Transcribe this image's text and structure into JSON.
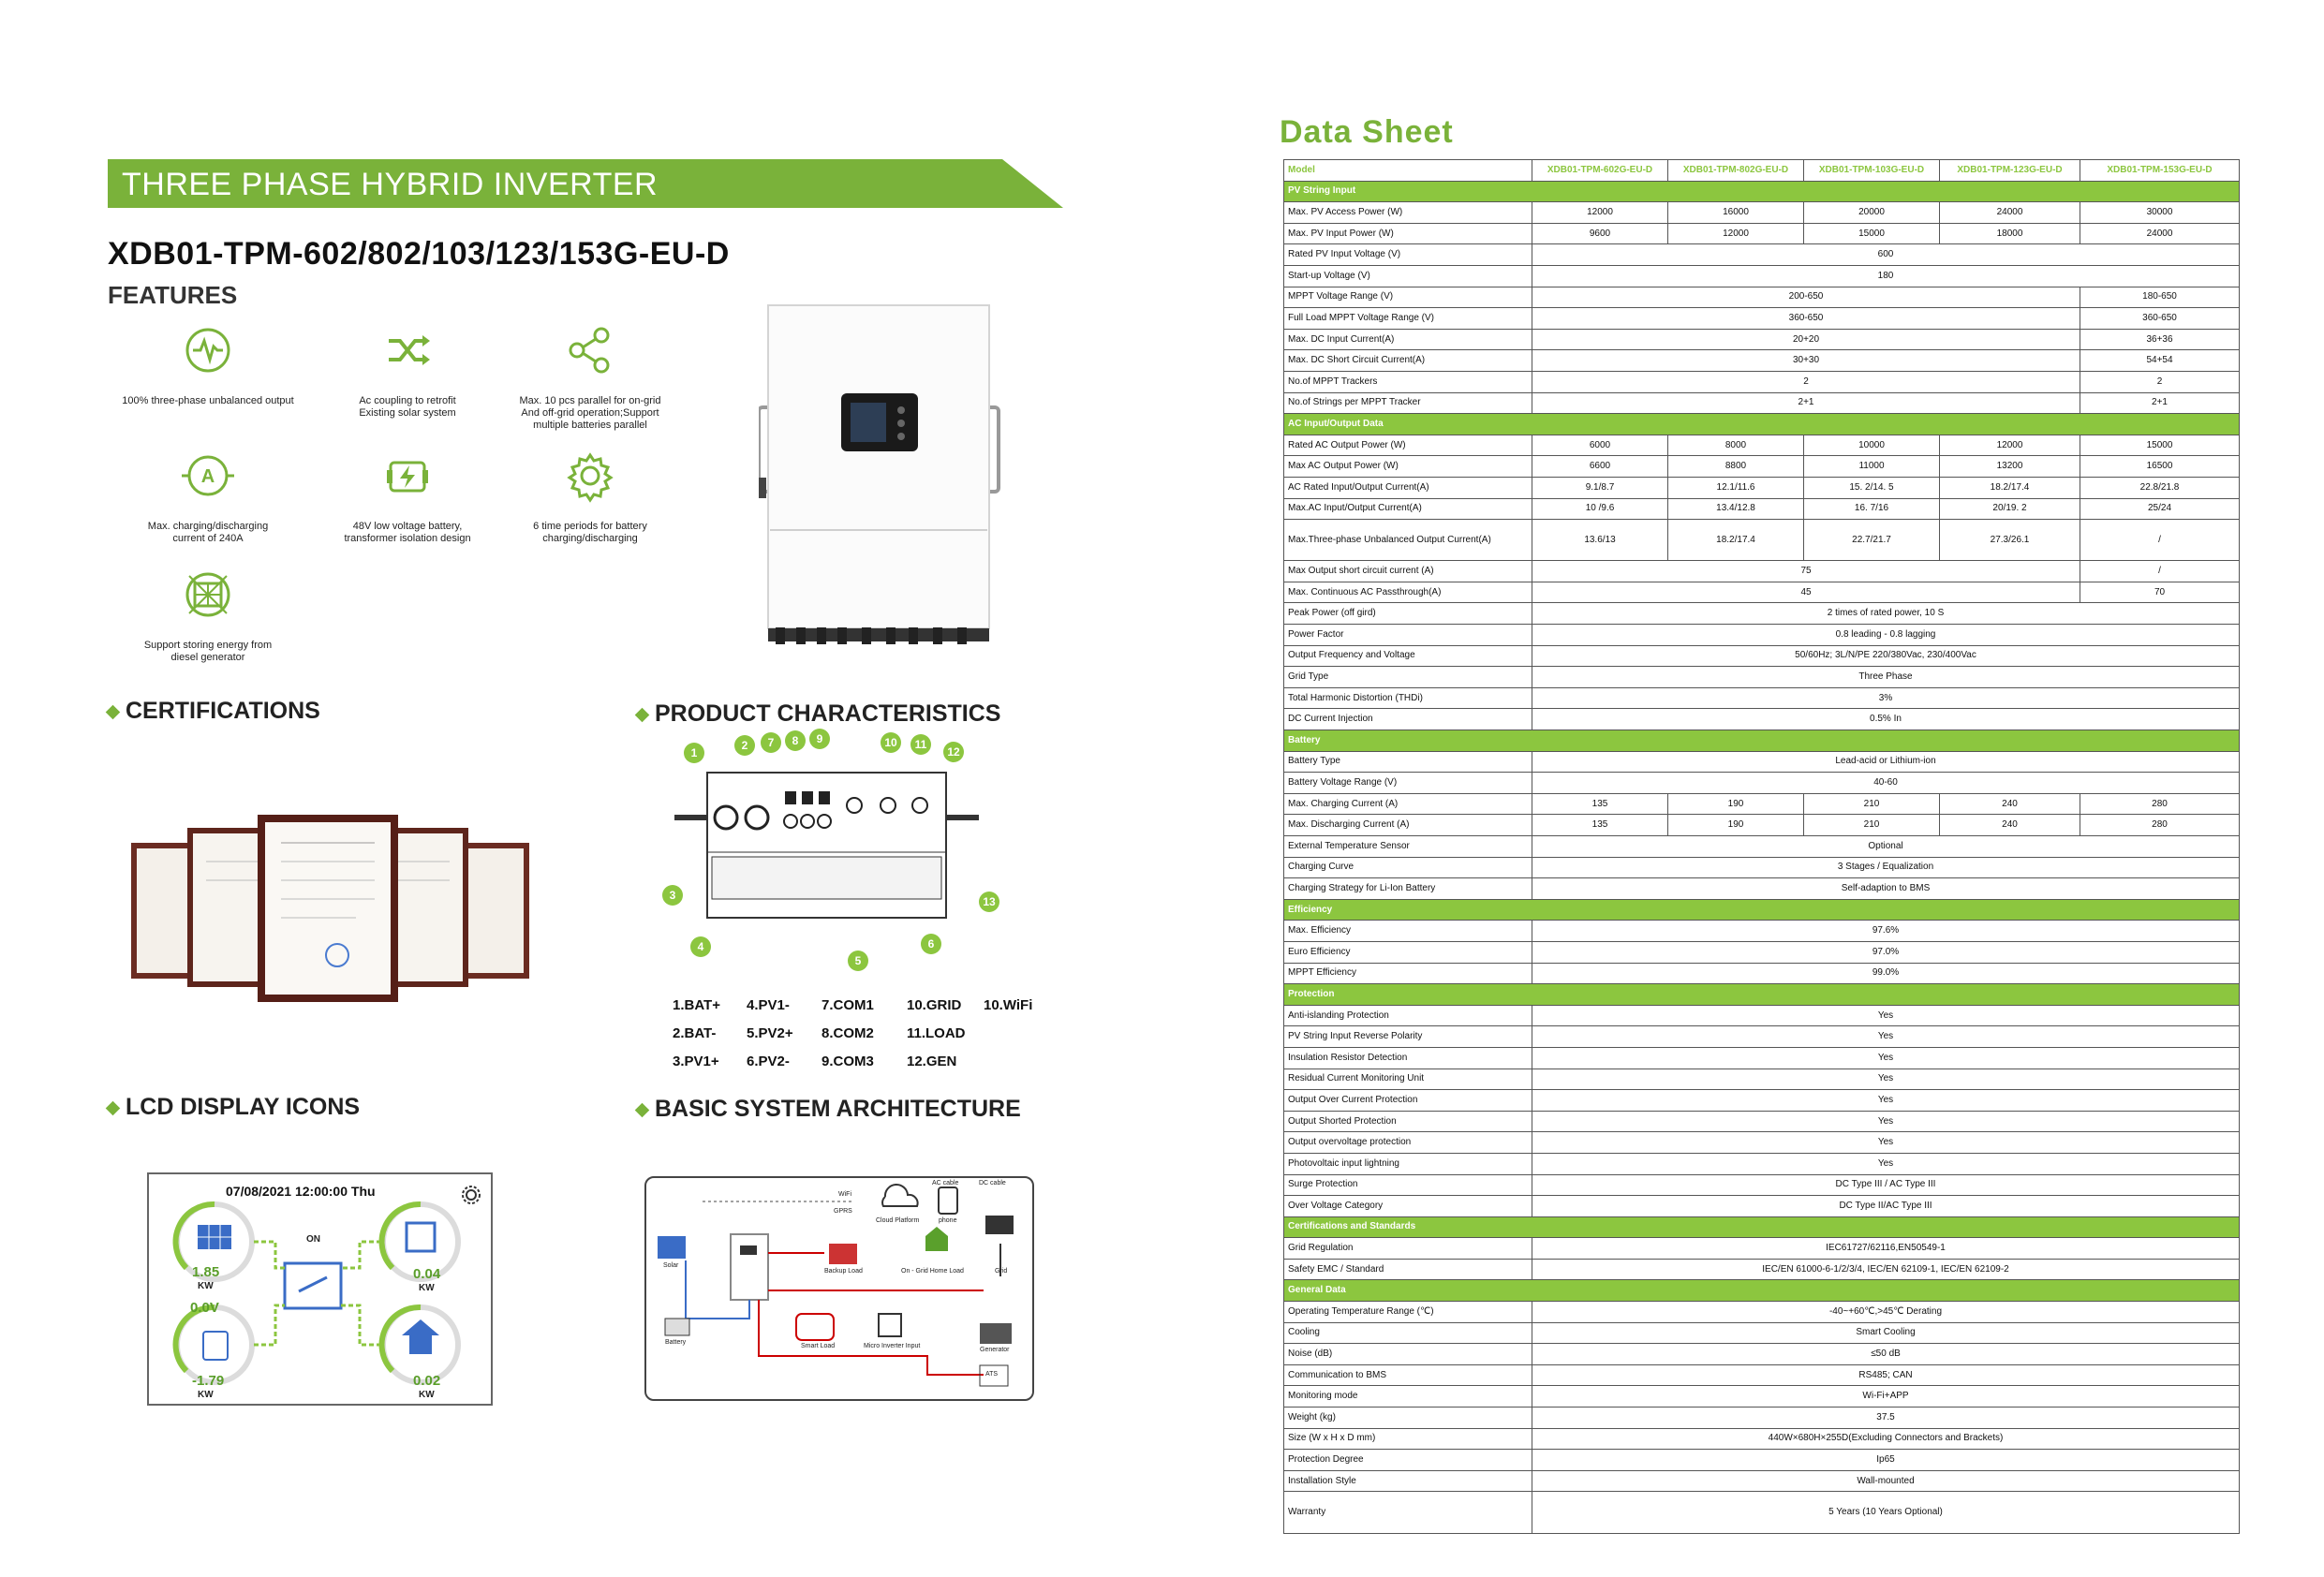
{
  "banner_title": "THREE PHASE HYBRID INVERTER",
  "model_title": "XDB01-TPM-602/802/103/123/153G-EU-D",
  "features_title": "FEATURES",
  "features": [
    {
      "icon": "pulse-icon",
      "text": "100% three-phase unbalanced output"
    },
    {
      "icon": "shuffle-icon",
      "text": "Ac coupling to retrofit Existing solar system"
    },
    {
      "icon": "share-icon",
      "text": "Max. 10 pcs parallel for on-grid And off-grid operation;Support multiple batteries parallel"
    },
    {
      "icon": "current-icon",
      "text": "Max. charging/discharging current of 240A"
    },
    {
      "icon": "battery-icon",
      "text": "48V low voltage battery, transformer isolation design"
    },
    {
      "icon": "gear-icon",
      "text": "6 time periods for battery charging/discharging"
    },
    {
      "icon": "generator-icon",
      "text": "Support storing energy from diesel generator"
    }
  ],
  "sections": {
    "certifications": "CERTIFICATIONS",
    "product_characteristics": "PRODUCT CHARACTERISTICS",
    "lcd_display_icons": "LCD DISPLAY ICONS",
    "basic_system_architecture": "BASIC SYSTEM ARCHITECTURE"
  },
  "port_numbers": [
    "1",
    "2",
    "7",
    "8",
    "9",
    "10",
    "11",
    "12",
    "3",
    "4",
    "5",
    "6",
    "13"
  ],
  "ports": [
    [
      "1.BAT+",
      "4.PV1-",
      "7.COM1",
      "10.GRID",
      "10.WiFi"
    ],
    [
      "2.BAT-",
      "5.PV2+",
      "8.COM2",
      "11.LOAD"
    ],
    [
      "3.PV1+",
      "6.PV2-",
      "9.COM3",
      "12.GEN"
    ]
  ],
  "lcd": {
    "datetime": "07/08/2021  12:00:00   Thu",
    "status": "ON",
    "pv_value": "1.85",
    "grid_value": "0.04",
    "battery_voltage": "0.0V",
    "battery_value": "-1.79",
    "load_value": "0.02",
    "unit": "KW"
  },
  "arch_labels": {
    "ac_cable": "AC cable",
    "dc_cable": "DC cable",
    "wifi": "WiFi",
    "gprs": "GPRS",
    "cloud": "Cloud Platform",
    "phone": "phone",
    "solar": "Solar",
    "backup_load": "Backup Load",
    "home_load": "On - Grid Home Load",
    "grid": "Grid",
    "battery": "Battery",
    "smart_load": "Smart Load",
    "micro_inverter": "Micro Inverter Input",
    "generator": "Generator",
    "ats": "ATS"
  },
  "colors": {
    "accent": "#8cc63f",
    "banner": "#7ab23a"
  },
  "datasheet": {
    "title": "Data  Sheet",
    "models": [
      "XDB01-TPM-602G-EU-D",
      "XDB01-TPM-802G-EU-D",
      "XDB01-TPM-103G-EU-D",
      "XDB01-TPM-123G-EU-D",
      "XDB01-TPM-153G-EU-D"
    ],
    "rows": [
      {
        "t": "sec",
        "p": "PV String Input"
      },
      {
        "p": "Max. PV Access Power (W)",
        "v": [
          "12000",
          "16000",
          "20000",
          "24000",
          "30000"
        ]
      },
      {
        "p": "Max. PV Input Power (W)",
        "v": [
          "9600",
          "12000",
          "15000",
          "18000",
          "24000"
        ]
      },
      {
        "p": "Rated PV Input Voltage (V)",
        "v": [
          "600"
        ],
        "s": [
          5
        ]
      },
      {
        "p": "Start-up Voltage (V)",
        "v": [
          "180"
        ],
        "s": [
          5
        ]
      },
      {
        "p": "MPPT Voltage Range (V)",
        "v": [
          "200-650",
          "180-650"
        ],
        "s": [
          4,
          1
        ]
      },
      {
        "p": "Full Load MPPT Voltage Range (V)",
        "v": [
          "360-650",
          "360-650"
        ],
        "s": [
          4,
          1
        ]
      },
      {
        "p": "Max. DC Input Current(A)",
        "v": [
          "20+20",
          "36+36"
        ],
        "s": [
          4,
          1
        ]
      },
      {
        "p": "Max. DC Short Circuit Current(A)",
        "v": [
          "30+30",
          "54+54"
        ],
        "s": [
          4,
          1
        ]
      },
      {
        "p": "No.of MPPT Trackers",
        "v": [
          "2",
          "2"
        ],
        "s": [
          4,
          1
        ]
      },
      {
        "p": "No.of Strings per MPPT Tracker",
        "v": [
          "2+1",
          "2+1"
        ],
        "s": [
          4,
          1
        ]
      },
      {
        "t": "sec",
        "p": "AC Input/Output Data"
      },
      {
        "p": "Rated AC Output Power (W)",
        "v": [
          "6000",
          "8000",
          "10000",
          "12000",
          "15000"
        ]
      },
      {
        "p": "Max AC Output Power (W)",
        "v": [
          "6600",
          "8800",
          "11000",
          "13200",
          "16500"
        ]
      },
      {
        "p": "AC Rated Input/Output Current(A)",
        "v": [
          "9.1/8.7",
          "12.1/11.6",
          "15. 2/14. 5",
          "18.2/17.4",
          "22.8/21.8"
        ]
      },
      {
        "p": "Max.AC Input/Output Current(A)",
        "v": [
          "10 /9.6",
          "13.4/12.8",
          "16. 7/16",
          "20/19. 2",
          "25/24"
        ]
      },
      {
        "p": "Max.Three-phase Unbalanced Output Current(A)",
        "v": [
          "13.6/13",
          "18.2/17.4",
          "22.7/21.7",
          "27.3/26.1",
          "/"
        ],
        "h": 2
      },
      {
        "p": "Max Output short circuit current (A)",
        "v": [
          "75",
          "/"
        ],
        "s": [
          4,
          1
        ]
      },
      {
        "p": "Max. Continuous AC Passthrough(A)",
        "v": [
          "45",
          "70"
        ],
        "s": [
          4,
          1
        ]
      },
      {
        "p": "Peak Power (off gird)",
        "v": [
          "2 times of rated power, 10 S"
        ],
        "s": [
          5
        ]
      },
      {
        "p": "Power Factor",
        "v": [
          "0.8 leading - 0.8 lagging"
        ],
        "s": [
          5
        ]
      },
      {
        "p": "Output Frequency and Voltage",
        "v": [
          "50/60Hz; 3L/N/PE 220/380Vac, 230/400Vac"
        ],
        "s": [
          5
        ]
      },
      {
        "p": "Grid Type",
        "v": [
          "Three Phase"
        ],
        "s": [
          5
        ]
      },
      {
        "p": "Total Harmonic Distortion (THDi)",
        "v": [
          "3%"
        ],
        "s": [
          5
        ]
      },
      {
        "p": "DC Current Injection",
        "v": [
          "0.5% In"
        ],
        "s": [
          5
        ]
      },
      {
        "t": "sec",
        "p": "Battery"
      },
      {
        "p": "Battery Type",
        "v": [
          "Lead-acid or Lithium-ion"
        ],
        "s": [
          5
        ]
      },
      {
        "p": "Battery Voltage Range (V)",
        "v": [
          "40-60"
        ],
        "s": [
          5
        ]
      },
      {
        "p": "Max. Charging Current (A)",
        "v": [
          "135",
          "190",
          "210",
          "240",
          "280"
        ]
      },
      {
        "p": "Max. Discharging Current (A)",
        "v": [
          "135",
          "190",
          "210",
          "240",
          "280"
        ]
      },
      {
        "p": "External Temperature Sensor",
        "v": [
          "Optional"
        ],
        "s": [
          5
        ]
      },
      {
        "p": "Charging Curve",
        "v": [
          "3 Stages / Equalization"
        ],
        "s": [
          5
        ]
      },
      {
        "p": "Charging Strategy for Li-Ion Battery",
        "v": [
          "Self-adaption to BMS"
        ],
        "s": [
          5
        ]
      },
      {
        "t": "sec",
        "p": "Efficiency"
      },
      {
        "p": "Max. Efficiency",
        "v": [
          "97.6%"
        ],
        "s": [
          5
        ]
      },
      {
        "p": "Euro Efficiency",
        "v": [
          "97.0%"
        ],
        "s": [
          5
        ]
      },
      {
        "p": "MPPT Efficiency",
        "v": [
          "99.0%"
        ],
        "s": [
          5
        ]
      },
      {
        "t": "sec",
        "p": "Protection"
      },
      {
        "p": "Anti-islanding Protection",
        "v": [
          "Yes"
        ],
        "s": [
          5
        ]
      },
      {
        "p": "PV String Input Reverse Polarity",
        "v": [
          "Yes"
        ],
        "s": [
          5
        ]
      },
      {
        "p": "Insulation Resistor Detection",
        "v": [
          "Yes"
        ],
        "s": [
          5
        ]
      },
      {
        "p": "Residual Current Monitoring Unit",
        "v": [
          "Yes"
        ],
        "s": [
          5
        ]
      },
      {
        "p": "Output Over Current Protection",
        "v": [
          "Yes"
        ],
        "s": [
          5
        ]
      },
      {
        "p": "Output Shorted Protection",
        "v": [
          "Yes"
        ],
        "s": [
          5
        ]
      },
      {
        "p": "Output overvoltage protection",
        "v": [
          "Yes"
        ],
        "s": [
          5
        ]
      },
      {
        "p": "Photovoltaic input lightning",
        "v": [
          "Yes"
        ],
        "s": [
          5
        ]
      },
      {
        "p": "Surge Protection",
        "v": [
          "DC Type III / AC Type III"
        ],
        "s": [
          5
        ]
      },
      {
        "p": "Over Voltage Category",
        "v": [
          "DC Type II/AC Type III"
        ],
        "s": [
          5
        ]
      },
      {
        "t": "sec",
        "p": "Certifications and Standards"
      },
      {
        "p": "Grid Regulation",
        "v": [
          "IEC61727/62116,EN50549-1"
        ],
        "s": [
          5
        ]
      },
      {
        "p": "Safety EMC / Standard",
        "v": [
          "IEC/EN 61000-6-1/2/3/4, IEC/EN 62109-1, IEC/EN 62109-2"
        ],
        "s": [
          5
        ]
      },
      {
        "t": "sec",
        "p": "General Data"
      },
      {
        "p": "Operating Temperature Range (℃)",
        "v": [
          "-40~+60℃,>45℃ Derating"
        ],
        "s": [
          5
        ]
      },
      {
        "p": "Cooling",
        "v": [
          "Smart Cooling"
        ],
        "s": [
          5
        ]
      },
      {
        "p": "Noise (dB)",
        "v": [
          "≤50 dB"
        ],
        "s": [
          5
        ]
      },
      {
        "p": "Communication to BMS",
        "v": [
          "RS485; CAN"
        ],
        "s": [
          5
        ]
      },
      {
        "p": "Monitoring mode",
        "v": [
          "Wi-Fi+APP"
        ],
        "s": [
          5
        ]
      },
      {
        "p": "Weight (kg)",
        "v": [
          "37.5"
        ],
        "s": [
          5
        ]
      },
      {
        "p": "Size (W x H x D mm)",
        "v": [
          "440W×680H×255D(Excluding Connectors and Brackets)"
        ],
        "s": [
          5
        ]
      },
      {
        "p": "Protection Degree",
        "v": [
          "Ip65"
        ],
        "s": [
          5
        ]
      },
      {
        "p": "Installation Style",
        "v": [
          "Wall-mounted"
        ],
        "s": [
          5
        ]
      },
      {
        "p": "Warranty",
        "v": [
          "5 Years (10 Years Optional)"
        ],
        "s": [
          5
        ],
        "h": 2
      }
    ]
  }
}
